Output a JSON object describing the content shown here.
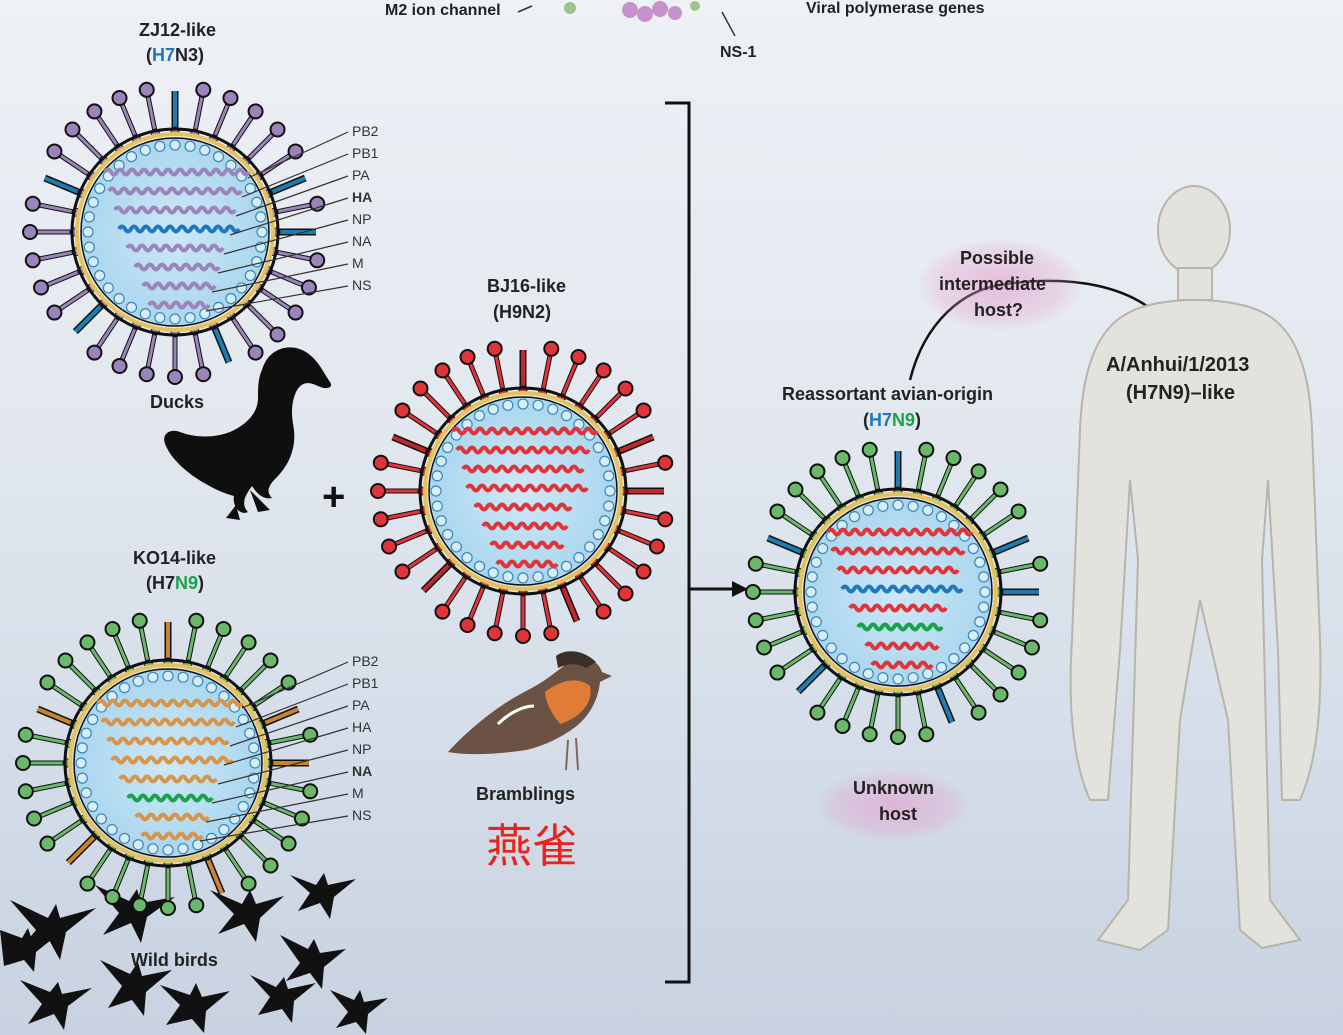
{
  "top": {
    "m2_label": "M2 ion channel",
    "polymerase_label": "Viral polymerase genes",
    "ns1_label": "NS-1"
  },
  "zj12": {
    "name": "ZJ12-like",
    "h": "H7",
    "n": "N3"
  },
  "kq14": {
    "name": "KO14-like",
    "h": "H7",
    "n": "N9"
  },
  "bj16": {
    "name": "BJ16-like",
    "sub": "(H9N2)"
  },
  "reassortant": {
    "name": "Reassortant avian-origin",
    "h": "H7",
    "n": "N9"
  },
  "genes_top": [
    "PB2",
    "PB1",
    "PA",
    "HA",
    "NP",
    "NA",
    "M",
    "NS"
  ],
  "genes_bottom": [
    "PB2",
    "PB1",
    "PA",
    "HA",
    "NP",
    "NA",
    "M",
    "NS"
  ],
  "hosts": {
    "ducks": "Ducks",
    "bramblings": "Bramblings",
    "bramblings_cn": "燕雀",
    "wild_birds": "Wild birds",
    "unknown_1": "Unknown",
    "unknown_2": "host",
    "possible_1": "Possible",
    "possible_2": "intermediate",
    "possible_3": "host?",
    "human_1": "A/Anhui/1/2013",
    "human_2": "(H7N9)–like"
  },
  "plus": "+",
  "colors": {
    "zj12": "#9b84bb",
    "kq14": "#d6954a",
    "bj16": "#e0343a",
    "ha_zj": "#1f77c1",
    "na_kq": "#19a24a",
    "spike_green": "#6ab86a"
  }
}
